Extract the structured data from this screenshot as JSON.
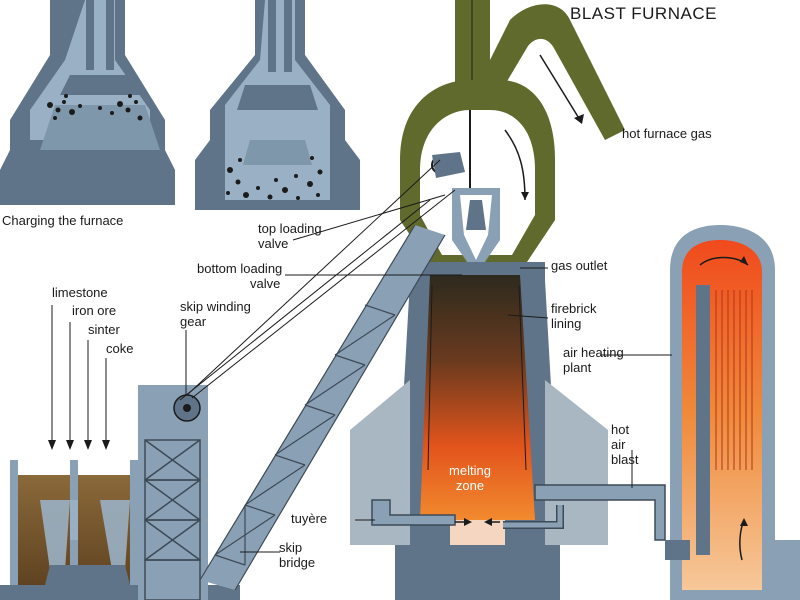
{
  "title": "BLAST FURNACE",
  "labels": {
    "hot_furnace_gas": "hot furnace gas",
    "charging": "Charging the furnace",
    "top_loading_1": "top loading",
    "top_loading_2": "valve",
    "bottom_loading_1": "bottom loading",
    "bottom_loading_2": "valve",
    "gas_outlet": "gas outlet",
    "firebrick_1": "firebrick",
    "firebrick_2": "lining",
    "limestone": "limestone",
    "iron_ore": "iron ore",
    "sinter": "sinter",
    "coke": "coke",
    "skip_winding_1": "skip winding",
    "skip_winding_2": "gear",
    "air_heating_1": "air heating",
    "air_heating_2": "plant",
    "hot_air_1": "hot",
    "hot_air_2": "air",
    "hot_air_3": "blast",
    "melting_1": "melting",
    "melting_2": "zone",
    "tuyere": "tuyère",
    "skip_bridge_1": "skip",
    "skip_bridge_2": "bridge"
  },
  "colors": {
    "steel": "#5f7488",
    "steel_light": "#8aa1b5",
    "furnace_top": "#5f6a2c",
    "molten": "#e2541c",
    "glow": "#f59a3c",
    "coal": "#1b1b1b",
    "ground": "#7a5a2e"
  }
}
